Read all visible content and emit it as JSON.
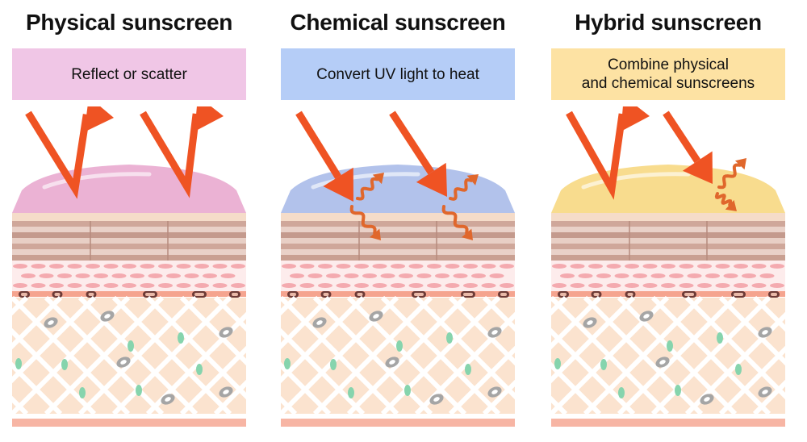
{
  "colors": {
    "physical_box": "#f0c6e6",
    "chemical_box": "#b5cdf7",
    "hybrid_box": "#fde2a3",
    "physical_film": "#e8a5cd",
    "chemical_film": "#a5b7e7",
    "hybrid_film": "#f7d67a",
    "arrow": "#ef5323",
    "heat_arrow": "#e0672c"
  },
  "panels": [
    {
      "id": "physical",
      "title": "Physical sunscreen",
      "description": "Reflect or scatter"
    },
    {
      "id": "chemical",
      "title": "Chemical sunscreen",
      "description": "Convert UV light to heat"
    },
    {
      "id": "hybrid",
      "title": "Hybrid sunscreen",
      "description": "Combine physical\nand chemical sunscreens"
    }
  ]
}
